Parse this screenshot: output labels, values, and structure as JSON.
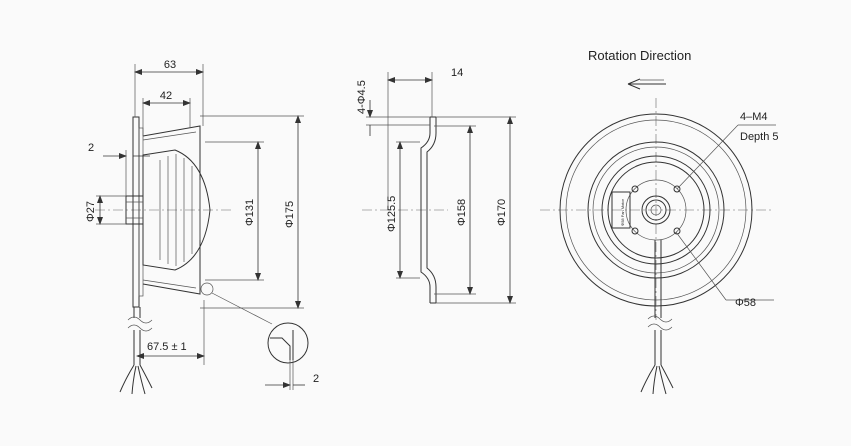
{
  "side_view": {
    "dim_width_total": "63",
    "dim_width_body": "42",
    "dim_flange": "2",
    "dim_hub_dia": "Φ27",
    "dim_motor_dia": "Φ131",
    "dim_outer_dia": "Φ175",
    "dim_cable_length": "67.5 ± 1",
    "dim_detail_gap": "2"
  },
  "section_view": {
    "dim_holes": "4-Φ4.5",
    "dim_depth": "14",
    "dim_inlet_dia": "Φ125.5",
    "dim_ring_dia": "Φ158",
    "dim_flange_dia": "Φ170"
  },
  "front_view": {
    "title": "Rotation  Direction",
    "thread_spec": "4–M4",
    "thread_depth": "Depth 5",
    "bolt_circle": "Φ58",
    "label_text": "Φ58 Fan Motor"
  }
}
